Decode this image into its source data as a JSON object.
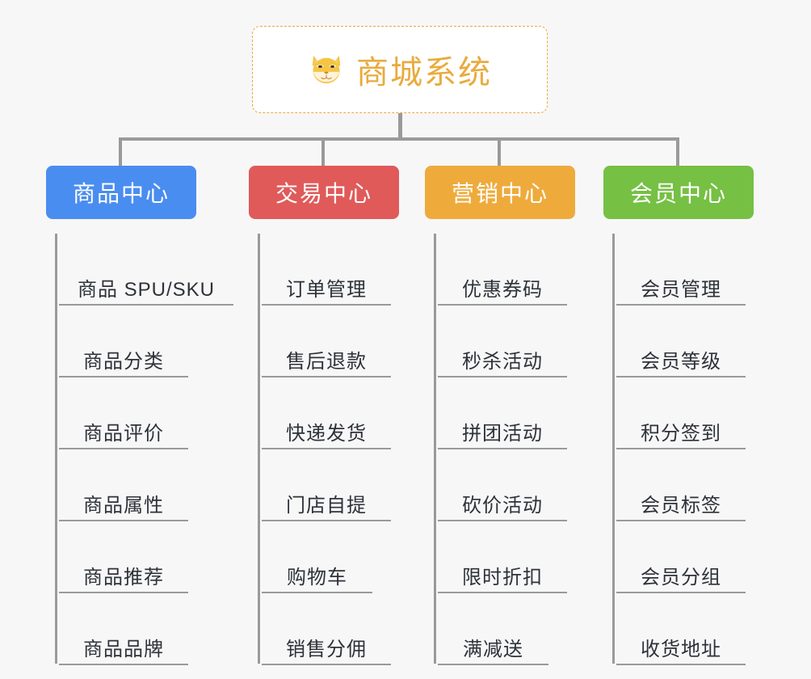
{
  "root": {
    "title": "商城系统",
    "icon": "dog-face-icon",
    "accent_color": "#e8ab3d",
    "border_color": "#e9a93a",
    "background": "#ffffff"
  },
  "page": {
    "background_color": "#f7f7f7",
    "connector_color": "#9a9a9a",
    "leaf_text_color": "#2e3238"
  },
  "columns": [
    {
      "label": "商品中心",
      "color": "#4a8df0",
      "items": [
        {
          "label": "商品 SPU/SKU"
        },
        {
          "label": "商品分类"
        },
        {
          "label": "商品评价"
        },
        {
          "label": "商品属性"
        },
        {
          "label": "商品推荐"
        },
        {
          "label": "商品品牌"
        }
      ]
    },
    {
      "label": "交易中心",
      "color": "#e05a5a",
      "items": [
        {
          "label": "订单管理"
        },
        {
          "label": "售后退款"
        },
        {
          "label": "快递发货"
        },
        {
          "label": "门店自提"
        },
        {
          "label": "购物车"
        },
        {
          "label": "销售分佣"
        }
      ]
    },
    {
      "label": "营销中心",
      "color": "#eeab3c",
      "items": [
        {
          "label": "优惠券码"
        },
        {
          "label": "秒杀活动"
        },
        {
          "label": "拼团活动"
        },
        {
          "label": "砍价活动"
        },
        {
          "label": "限时折扣"
        },
        {
          "label": "满减送"
        }
      ]
    },
    {
      "label": "会员中心",
      "color": "#76c044",
      "items": [
        {
          "label": "会员管理"
        },
        {
          "label": "会员等级"
        },
        {
          "label": "积分签到"
        },
        {
          "label": "会员标签"
        },
        {
          "label": "会员分组"
        },
        {
          "label": "收货地址"
        }
      ]
    }
  ]
}
